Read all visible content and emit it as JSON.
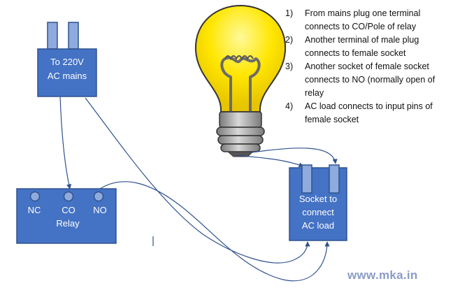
{
  "plug": {
    "line1": "To 220V",
    "line2": "AC mains"
  },
  "relay": {
    "nc": "NC",
    "co": "CO",
    "no": "NO",
    "label": "Relay"
  },
  "socket": {
    "line1": "Socket to",
    "line2": "connect",
    "line3": "AC load"
  },
  "steps": [
    {
      "num": "1)",
      "text": "From mains plug one terminal connects to CO/Pole of relay"
    },
    {
      "num": "2)",
      "text": "Another terminal of male plug connects to female socket"
    },
    {
      "num": "3)",
      "text": "Another socket of female socket connects to NO (normally open of relay"
    },
    {
      "num": "4)",
      "text": "AC load connects to input pins of female socket"
    }
  ],
  "watermark": "www.mka.in",
  "colors": {
    "box_fill": "#4472c4",
    "box_stroke": "#2f528f",
    "pin_fill": "#8faadc",
    "wire": "#2f528f",
    "bulb_glass": "#ffe600",
    "bulb_base": "#a0a0a0"
  }
}
